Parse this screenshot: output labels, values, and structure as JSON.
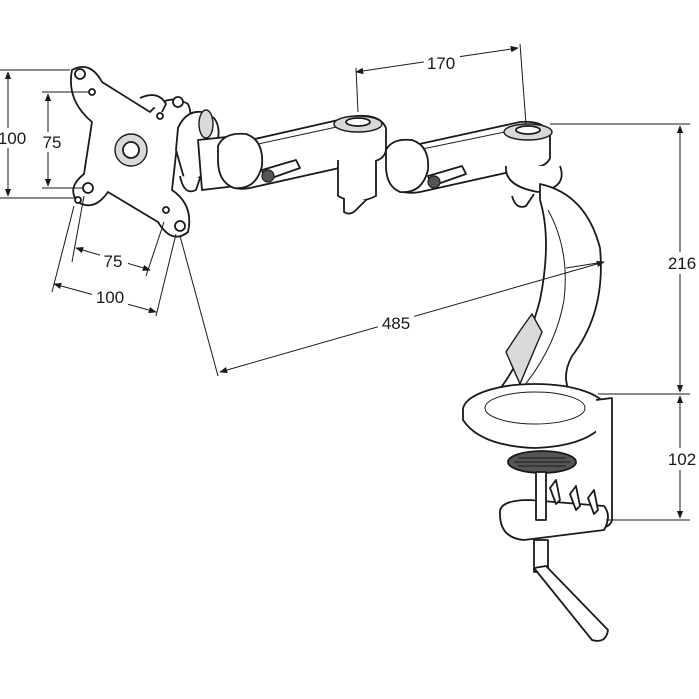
{
  "dimensions": {
    "vesa_outer_height": "100",
    "vesa_inner_height": "75",
    "vesa_inner_width": "75",
    "vesa_outer_width": "100",
    "arm_segment": "170",
    "total_reach": "485",
    "pole_height": "216",
    "clamp_height": "102"
  },
  "colors": {
    "ink": "#1a1a1a",
    "shade": "#d9d9d9"
  }
}
